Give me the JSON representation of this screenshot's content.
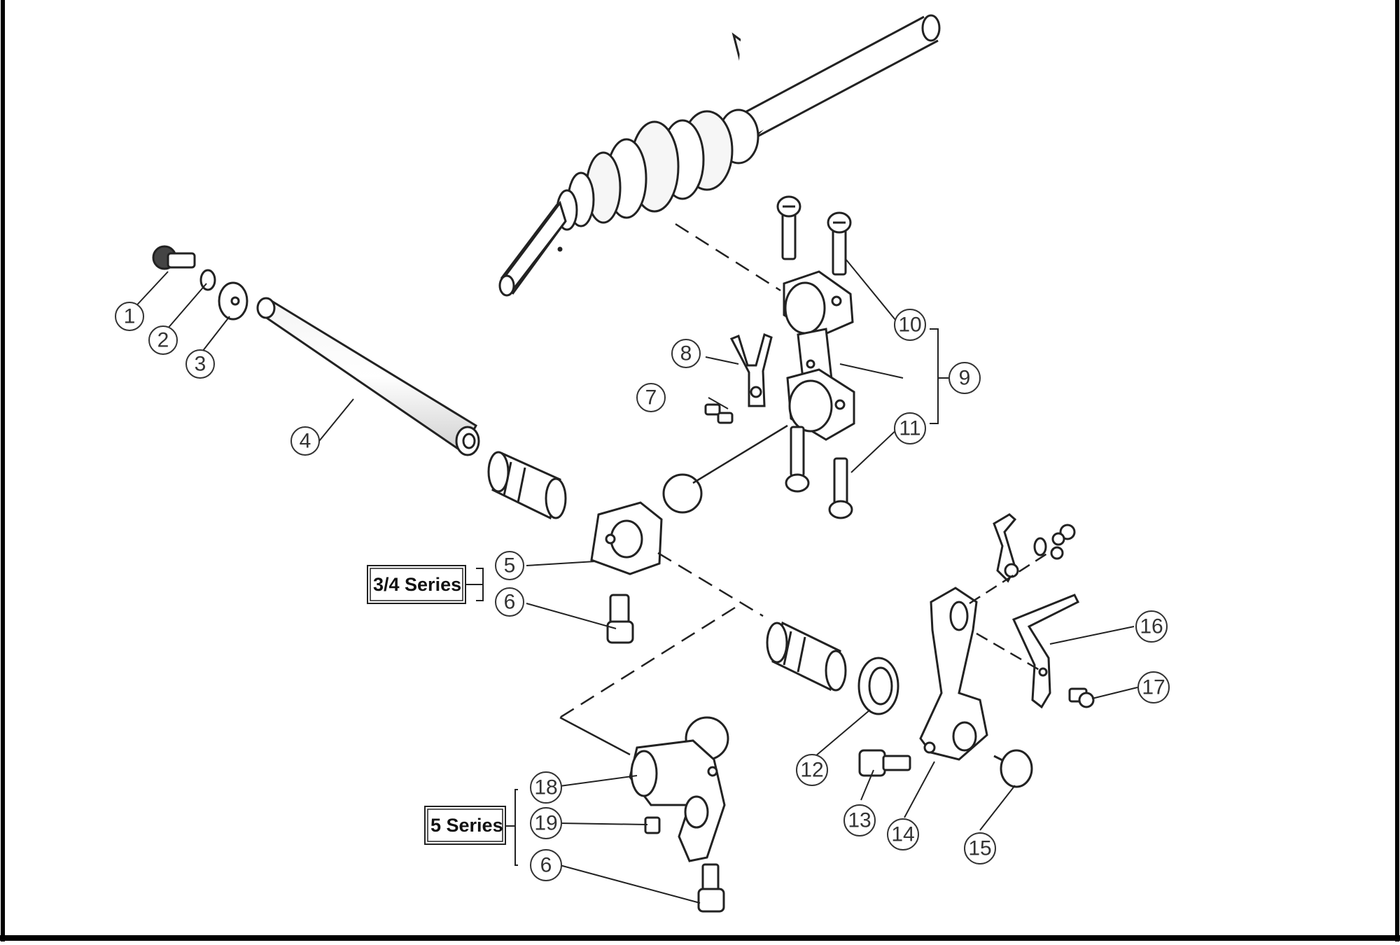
{
  "diagram": {
    "callouts": [
      "1",
      "2",
      "3",
      "4",
      "5",
      "6",
      "7",
      "8",
      "9",
      "10",
      "11",
      "12",
      "13",
      "14",
      "15",
      "16",
      "17",
      "18",
      "19",
      "6"
    ],
    "groups": {
      "series_34": "3/4 Series",
      "series_5": "5 Series"
    }
  }
}
